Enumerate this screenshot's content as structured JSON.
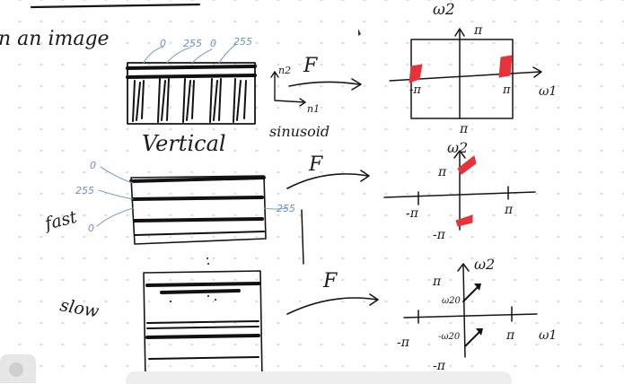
{
  "notes": {
    "header_fragment": "n an image",
    "vertical_panel": {
      "intensity_labels": [
        "0",
        "255",
        "0",
        "255"
      ],
      "axis_n2": "n2",
      "axis_n1": "n1",
      "fourier_symbol": "F",
      "caption_vertical": "Vertical",
      "caption_sinusoid": "sinusoid",
      "spectrum": {
        "axis_w1": "ω1",
        "axis_w2": "ω2",
        "top_pi": "π",
        "bottom_pi": "π",
        "left_neg_pi": "-π",
        "right_pi": "π"
      }
    },
    "fast_panel": {
      "label": "fast",
      "intensity_labels": [
        "0",
        "255",
        "0",
        "255"
      ],
      "fourier_symbol": "F",
      "spectrum": {
        "axis_w2": "ω2",
        "top_pi": "π",
        "bottom_neg_pi": "-π",
        "left_neg_pi": "-π",
        "right_pi": "π"
      }
    },
    "slow_panel": {
      "label": "slow",
      "fourier_symbol": "F",
      "spectrum": {
        "axis_w2": "ω2",
        "axis_w1": "ω1",
        "top_pi": "π",
        "w20": "ω20",
        "neg_w20": "-ω20",
        "left_neg_pi": "-π",
        "right_pi": "π",
        "bottom_neg_pi": "-π"
      }
    }
  },
  "colors": {
    "ink": "#151515",
    "annotation_blue": "#7c9fd0",
    "spectrum_red": "#e8323a",
    "background": "#ffffff",
    "grid_dots": "#d4d6da"
  }
}
